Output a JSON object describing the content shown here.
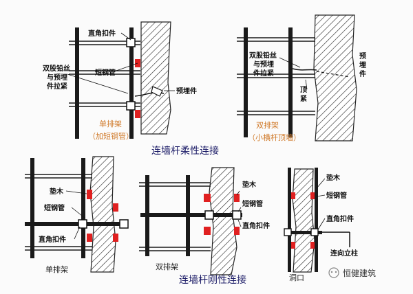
{
  "panels": {
    "top_left": {
      "label_clamp": "直角扣件",
      "label_wire_1": "双股铅丝",
      "label_wire_2": "与预埋",
      "label_wire_3": "件拉紧",
      "label_short_pipe": "短钢管",
      "label_embedded": "预埋件",
      "caption_1": "单排架",
      "caption_2": "（加短钢管）"
    },
    "top_right": {
      "label_wire_1": "双股铅丝",
      "label_wire_2": "与预埋",
      "label_wire_3": "件拉紧",
      "label_embedded_1": "预",
      "label_embedded_2": "埋",
      "label_embedded_3": "件",
      "label_top_1": "顶",
      "label_top_2": "紧",
      "caption_1": "双排架",
      "caption_2": "（小横杆顶墙）"
    },
    "flexible_title": "连墙杆柔性连接",
    "bottom_left": {
      "label_pad": "垫木",
      "label_short_pipe": "短钢管",
      "label_clamp": "直角扣件",
      "caption": "单排架"
    },
    "bottom_middle": {
      "label_pad": "垫木",
      "label_short_pipe": "短钢管",
      "label_clamp": "直角扣件",
      "caption": "双排架"
    },
    "bottom_right": {
      "label_pad": "垫木",
      "label_short_pipe": "短钢管",
      "label_clamp": "直角扣件",
      "label_column": "连向立柱",
      "caption": "洞口"
    },
    "rigid_title": "连墙杆刚性连接"
  },
  "watermark": "恒健建筑",
  "colors": {
    "red": "#e02020",
    "steel": "#1a1a1a",
    "caption": "#d07a2a",
    "title": "#1a1a66"
  }
}
